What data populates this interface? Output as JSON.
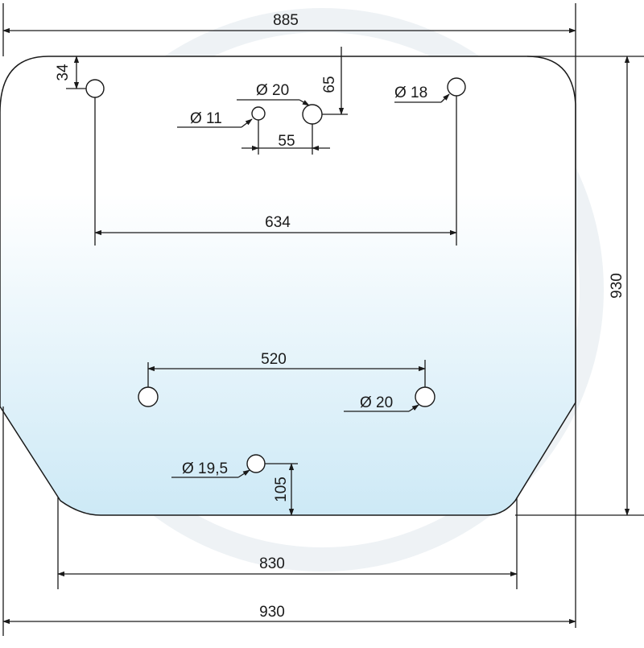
{
  "dimensions": {
    "top_width": "885",
    "bottom_width": "930",
    "lower_width": "830",
    "height": "930",
    "upper_hole_span": "634",
    "lower_hole_span": "520",
    "small_hole_spacing": "55",
    "top_offset_left_hole": "34",
    "top_offset_center_hole": "65",
    "bottom_offset_hole": "105"
  },
  "diameters": {
    "d20_upper": "Ø 20",
    "d11": "Ø 11",
    "d18": "Ø 18",
    "d20_lower": "Ø 20",
    "d19_5": "Ø 19,5"
  },
  "colors": {
    "glass_top": "#ffffff",
    "glass_bottom": "#cde9f6",
    "line": "#1a1a1a",
    "watermark": "#eef2f5"
  }
}
